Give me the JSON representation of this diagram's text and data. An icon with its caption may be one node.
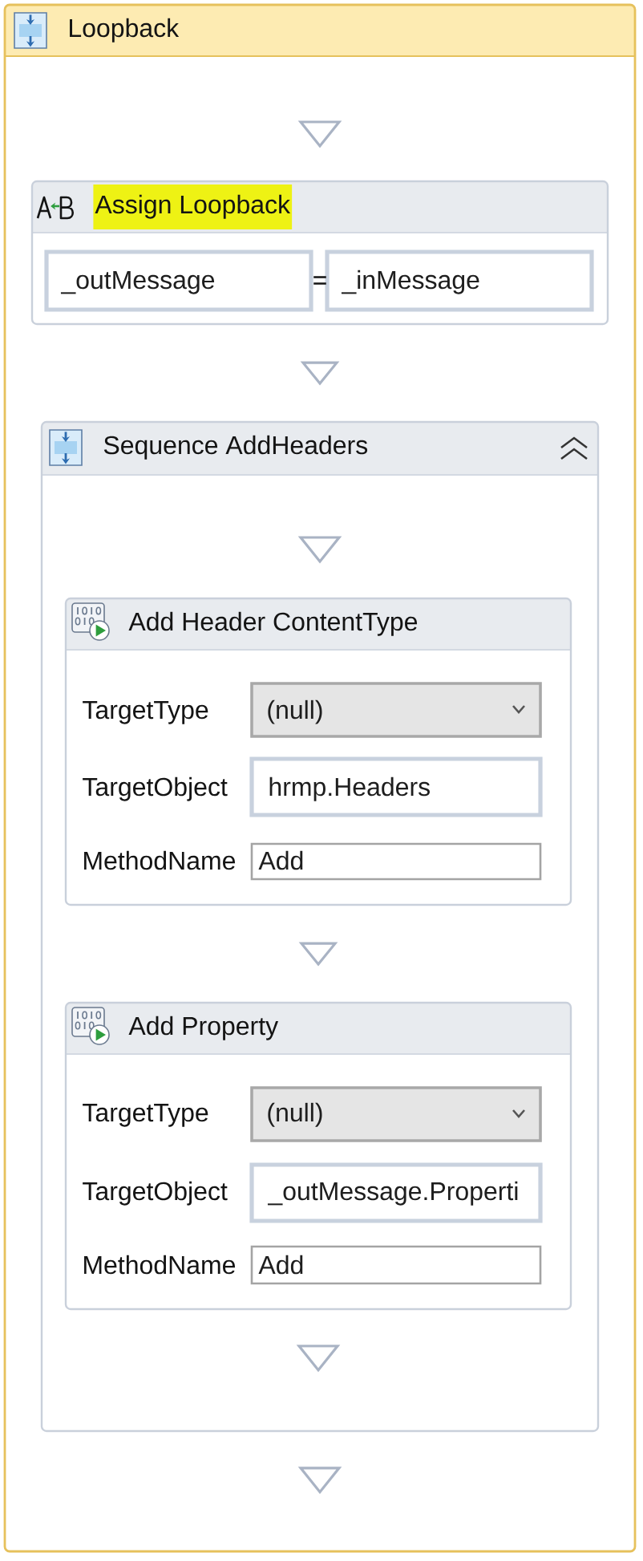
{
  "diagram": {
    "nodes": [
      {
        "text": [
          "Loopback"
        ]
      },
      {
        "text": [
          "Assign Loopback"
        ],
        "in": 0
      },
      {
        "text": [
          "_outMessage"
        ],
        "in": 1
      },
      {
        "text": [
          "_inMessage"
        ],
        "in": 1
      },
      {
        "text": [
          "Sequence AddHeaders"
        ],
        "in": 0
      },
      {
        "text": [
          "Add Header ContentType"
        ],
        "in": 4
      },
      {
        "text": [
          "(null)"
        ],
        "beside": [
          "TargetType"
        ],
        "in": 5
      },
      {
        "text": [
          "hrmp.Headers"
        ],
        "beside": [
          "TargetObject"
        ],
        "in": 5
      },
      {
        "text": [
          "Add"
        ],
        "beside": [
          "MethodName"
        ],
        "in": 5
      },
      {
        "text": [
          "Add Property"
        ],
        "in": 4
      },
      {
        "text": [
          "(null)"
        ],
        "beside": [
          "TargetType"
        ],
        "in": 9
      },
      {
        "text": [
          "_outMessage.Properti"
        ],
        "beside": [
          "TargetObject"
        ],
        "in": 9
      },
      {
        "text": [
          "Add"
        ],
        "beside": [
          "MethodName"
        ],
        "in": 9
      }
    ],
    "edges": [
      {
        "from": 1,
        "to": 4,
        "arrow": "to"
      },
      {
        "from": 5,
        "to": 9,
        "arrow": "to"
      }
    ],
    "labels": [
      "="
    ]
  }
}
